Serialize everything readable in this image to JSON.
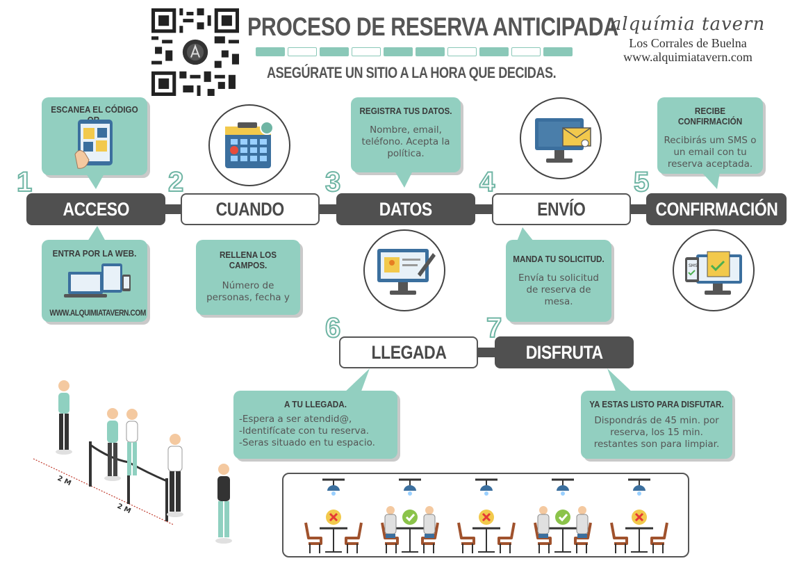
{
  "header": {
    "title": "PROCESO DE RESERVA ANTICIPADA",
    "subtitle": "ASEGÚRATE UN SITIO A LA HORA QUE DECIDAS.",
    "brand": "alquímia tavern",
    "location": "Los Corrales de Buelna",
    "website": "www.alquimiatavern.com"
  },
  "steps": [
    {
      "number": "1",
      "label": "ACCESO",
      "style": "dark"
    },
    {
      "number": "2",
      "label": "CUANDO",
      "style": "light"
    },
    {
      "number": "3",
      "label": "DATOS",
      "style": "dark"
    },
    {
      "number": "4",
      "label": "ENVÍO",
      "style": "light"
    },
    {
      "number": "5",
      "label": "CONFIRMACIÓN",
      "style": "dark"
    },
    {
      "number": "6",
      "label": "LLEGADA",
      "style": "light"
    },
    {
      "number": "7",
      "label": "DISFRUTA",
      "style": "dark"
    }
  ],
  "callouts": {
    "qr": {
      "title": "ESCANEA EL CÓDIGO QR."
    },
    "web": {
      "title": "ENTRA POR LA WEB.",
      "url": "WWW.ALQUIMIATAVERN.COM"
    },
    "campos": {
      "title": "RELLENA LOS CAMPOS.",
      "text": "Número de personas, fecha y"
    },
    "datos": {
      "title": "REGISTRA TUS DATOS.",
      "text": "Nombre, email, teléfono. Acepta la política."
    },
    "solicitud": {
      "title": "MANDA TU SOLICITUD.",
      "text": "Envía tu solicitud de reserva de mesa."
    },
    "confirmacion": {
      "title": "RECIBE CONFIRMACIÓN",
      "text": "Recibirás um SMS o un email con tu reserva aceptada."
    },
    "llegada": {
      "title": "A TU LLEGADA.",
      "lines": [
        "-Espera a ser atendid@,",
        "-Identifícate con tu reserva.",
        "-Seras situado en tu espacio."
      ]
    },
    "disfrutar": {
      "title": "YA ESTAS LISTO PARA DISFUTAR.",
      "text": "Dispondrás de 45 min. por reserva, los 15 min. restantes son para limpiar."
    }
  },
  "distance_labels": [
    "2 M",
    "2 M"
  ],
  "tables": [
    "unavailable",
    "available",
    "unavailable",
    "available",
    "unavailable"
  ],
  "colors": {
    "teal": "#92cfc0",
    "dark": "#505050",
    "accent_green": "#8bc34a",
    "accent_red": "#e53935"
  }
}
